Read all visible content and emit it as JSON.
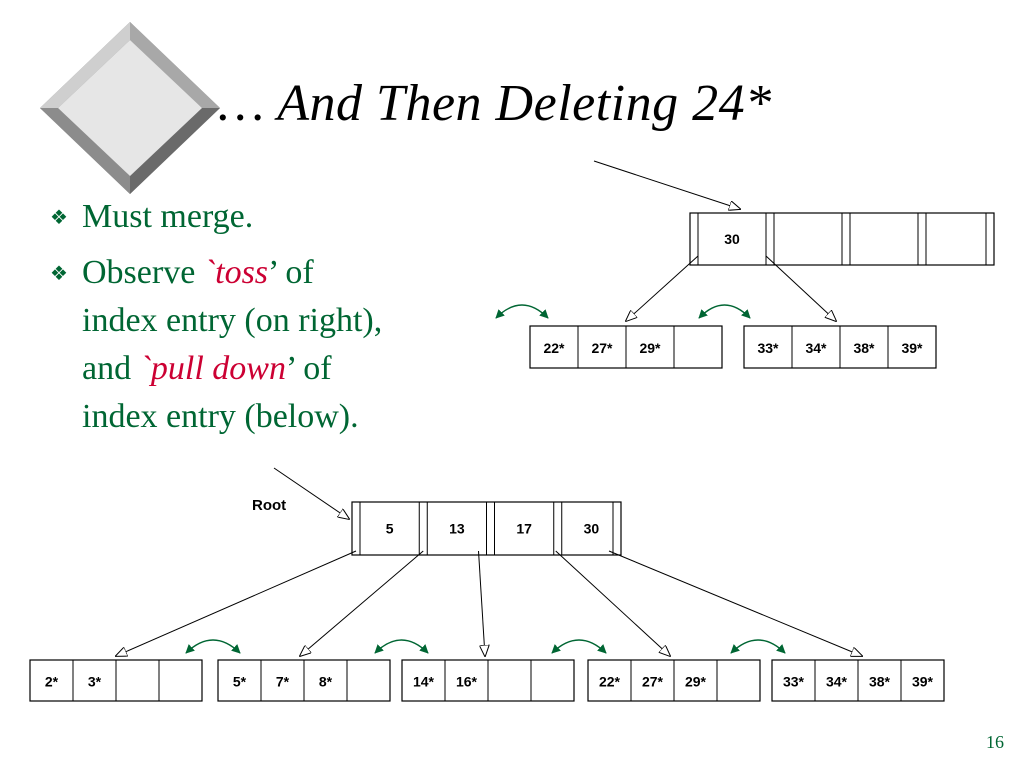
{
  "title": "… And Then Deleting 24*",
  "bullets": {
    "b1": "Must merge.",
    "b2": {
      "l1_a": "Observe ",
      "l1_em": "`toss",
      "l1_b": "’ of",
      "l2": "index entry (on right),",
      "l3_a": "and ",
      "l3_em": "`pull down",
      "l3_b": "’ of",
      "l4": "index entry (below)."
    }
  },
  "upper_tree": {
    "index_node": {
      "keys": [
        "30"
      ]
    },
    "leaves": [
      [
        "22*",
        "27*",
        "29*",
        ""
      ],
      [
        "33*",
        "34*",
        "38*",
        "39*"
      ]
    ]
  },
  "lower_tree": {
    "root_label": "Root",
    "root_node": {
      "keys": [
        "5",
        "13",
        "17",
        "30"
      ]
    },
    "leaves": [
      [
        "2*",
        "3*",
        "",
        ""
      ],
      [
        "5*",
        "7*",
        "8*",
        ""
      ],
      [
        "14*",
        "16*",
        "",
        ""
      ],
      [
        "22*",
        "27*",
        "29*",
        ""
      ],
      [
        "33*",
        "34*",
        "38*",
        "39*"
      ]
    ]
  },
  "colors": {
    "bullet_text": "#006633",
    "emphasis": "#cc0033",
    "sibling_arrows": "#006633"
  },
  "page_number": "16"
}
